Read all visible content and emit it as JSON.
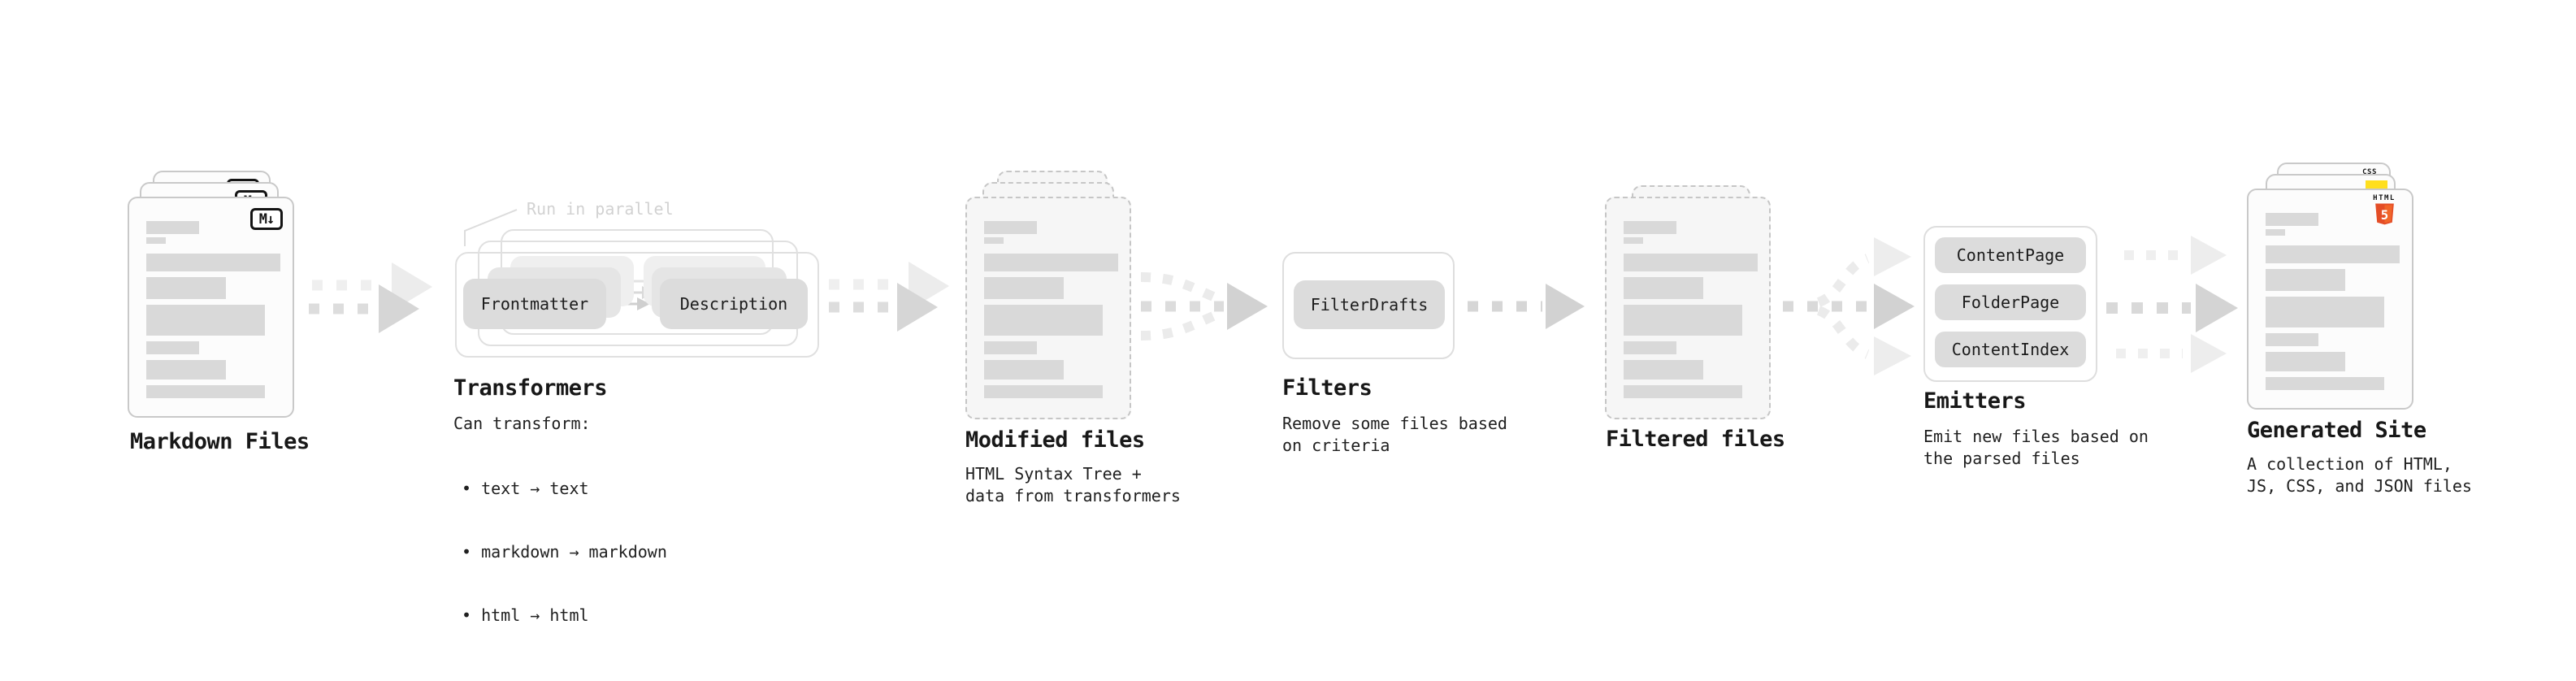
{
  "stages": {
    "markdown_files": {
      "label": "Markdown Files",
      "file_badge": "M↓"
    },
    "transformers": {
      "label": "Transformers",
      "annotation": "Run in parallel",
      "pill_left": "Frontmatter",
      "pill_right": "Description",
      "caption_title": "Can transform:",
      "bullets": [
        "• text → text",
        "• markdown → markdown",
        "• html → html"
      ]
    },
    "modified_files": {
      "label": "Modified files",
      "caption": "HTML Syntax Tree +\ndata from transformers"
    },
    "filters": {
      "label": "Filters",
      "pill": "FilterDrafts",
      "caption": "Remove some files based\non criteria"
    },
    "filtered_files": {
      "label": "Filtered files"
    },
    "emitters": {
      "label": "Emitters",
      "pills": [
        "ContentPage",
        "FolderPage",
        "ContentIndex"
      ],
      "caption": "Emit new files based on\nthe parsed files"
    },
    "generated_site": {
      "label": "Generated Site",
      "caption": "A collection of HTML,\nJS, CSS, and JSON files",
      "badges": {
        "css_label": "CSS",
        "html_label": "HTML",
        "html_shield_digit": "5"
      }
    }
  },
  "colors": {
    "text_bar": "#d9d9d9",
    "pill_fill": "#dcdcdc",
    "card_border": "#c9c9c9",
    "arrow_main": "#d6d6d6",
    "arrow_ghost": "#ededed",
    "annotation_gray": "#d2d2d2",
    "html5_orange": "#e44d26",
    "html5_orange_light": "#f16529",
    "js_yellow": "#ffdf1e",
    "css_blue": "#1a6fe0"
  }
}
